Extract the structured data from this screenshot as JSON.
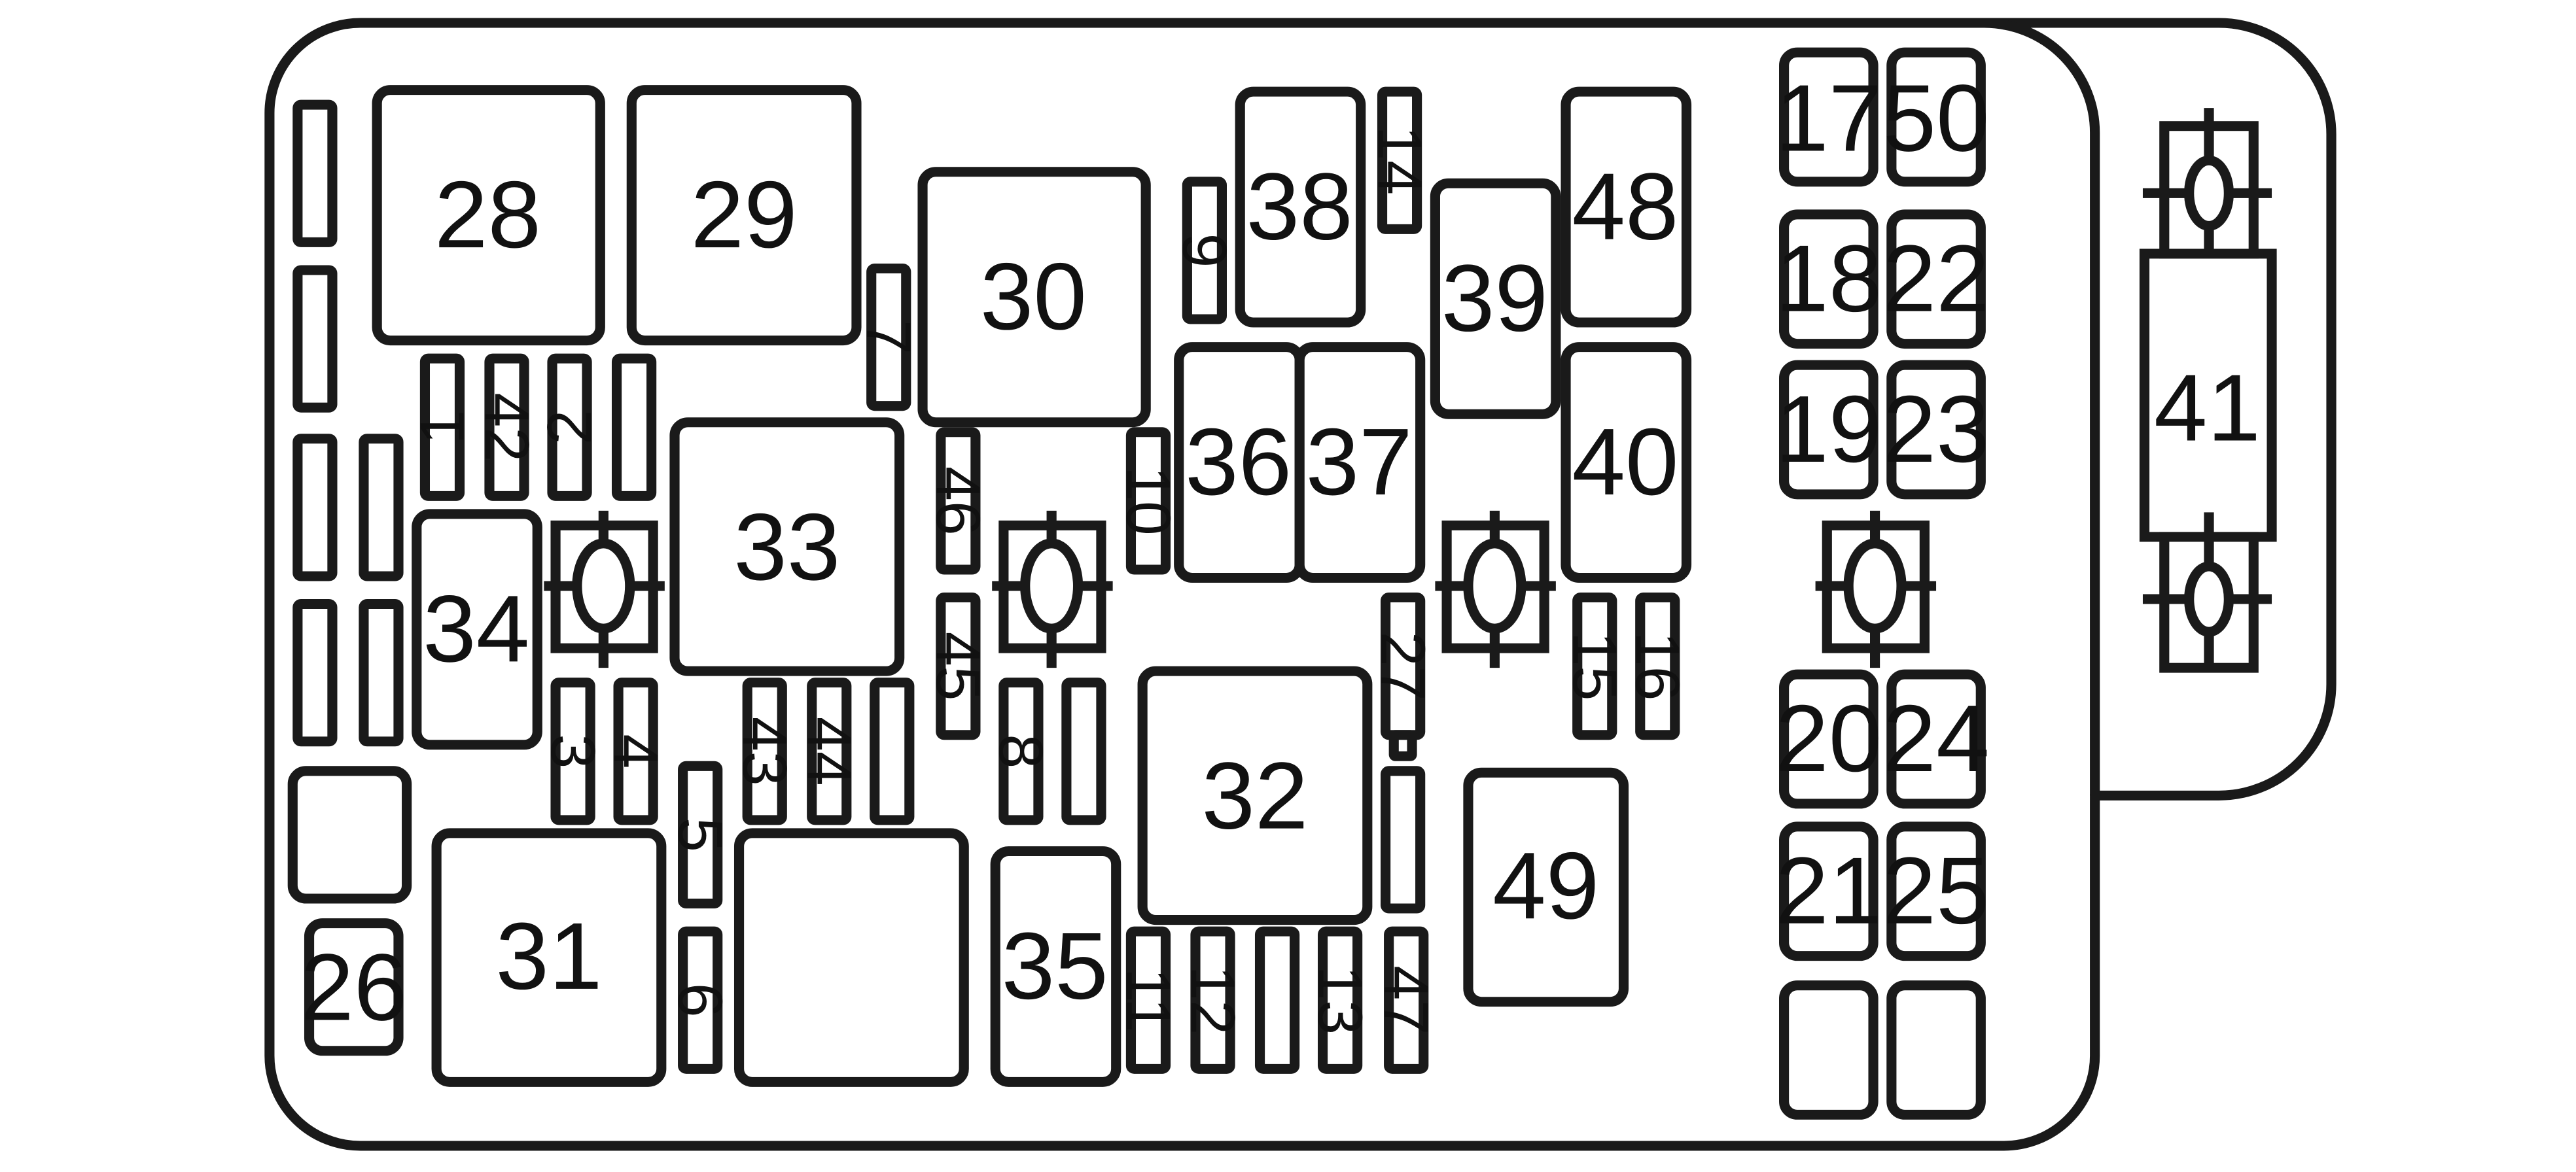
{
  "diagram": {
    "type": "fuse-block-layout",
    "labels": {
      "l1": "1",
      "l2": "2",
      "l3": "3",
      "l4": "4",
      "l5": "5",
      "l6": "6",
      "l7": "7",
      "l8": "8",
      "l9": "9",
      "l10": "10",
      "l11": "11",
      "l12": "12",
      "l13": "13",
      "l14": "14",
      "l15": "15",
      "l16": "16",
      "l17": "17",
      "l18": "18",
      "l19": "19",
      "l20": "20",
      "l21": "21",
      "l22": "22",
      "l23": "23",
      "l24": "24",
      "l25": "25",
      "l26": "26",
      "l27": "27",
      "l28": "28",
      "l29": "29",
      "l30": "30",
      "l31": "31",
      "l32": "32",
      "l33": "33",
      "l34": "34",
      "l35": "35",
      "l36": "36",
      "l37": "37",
      "l38": "38",
      "l39": "39",
      "l40": "40",
      "l41": "41",
      "l42": "42",
      "l43": "43",
      "l44": "44",
      "l45": "45",
      "l46": "46",
      "l47": "47",
      "l48": "48",
      "l49": "49",
      "l50": "50"
    }
  }
}
